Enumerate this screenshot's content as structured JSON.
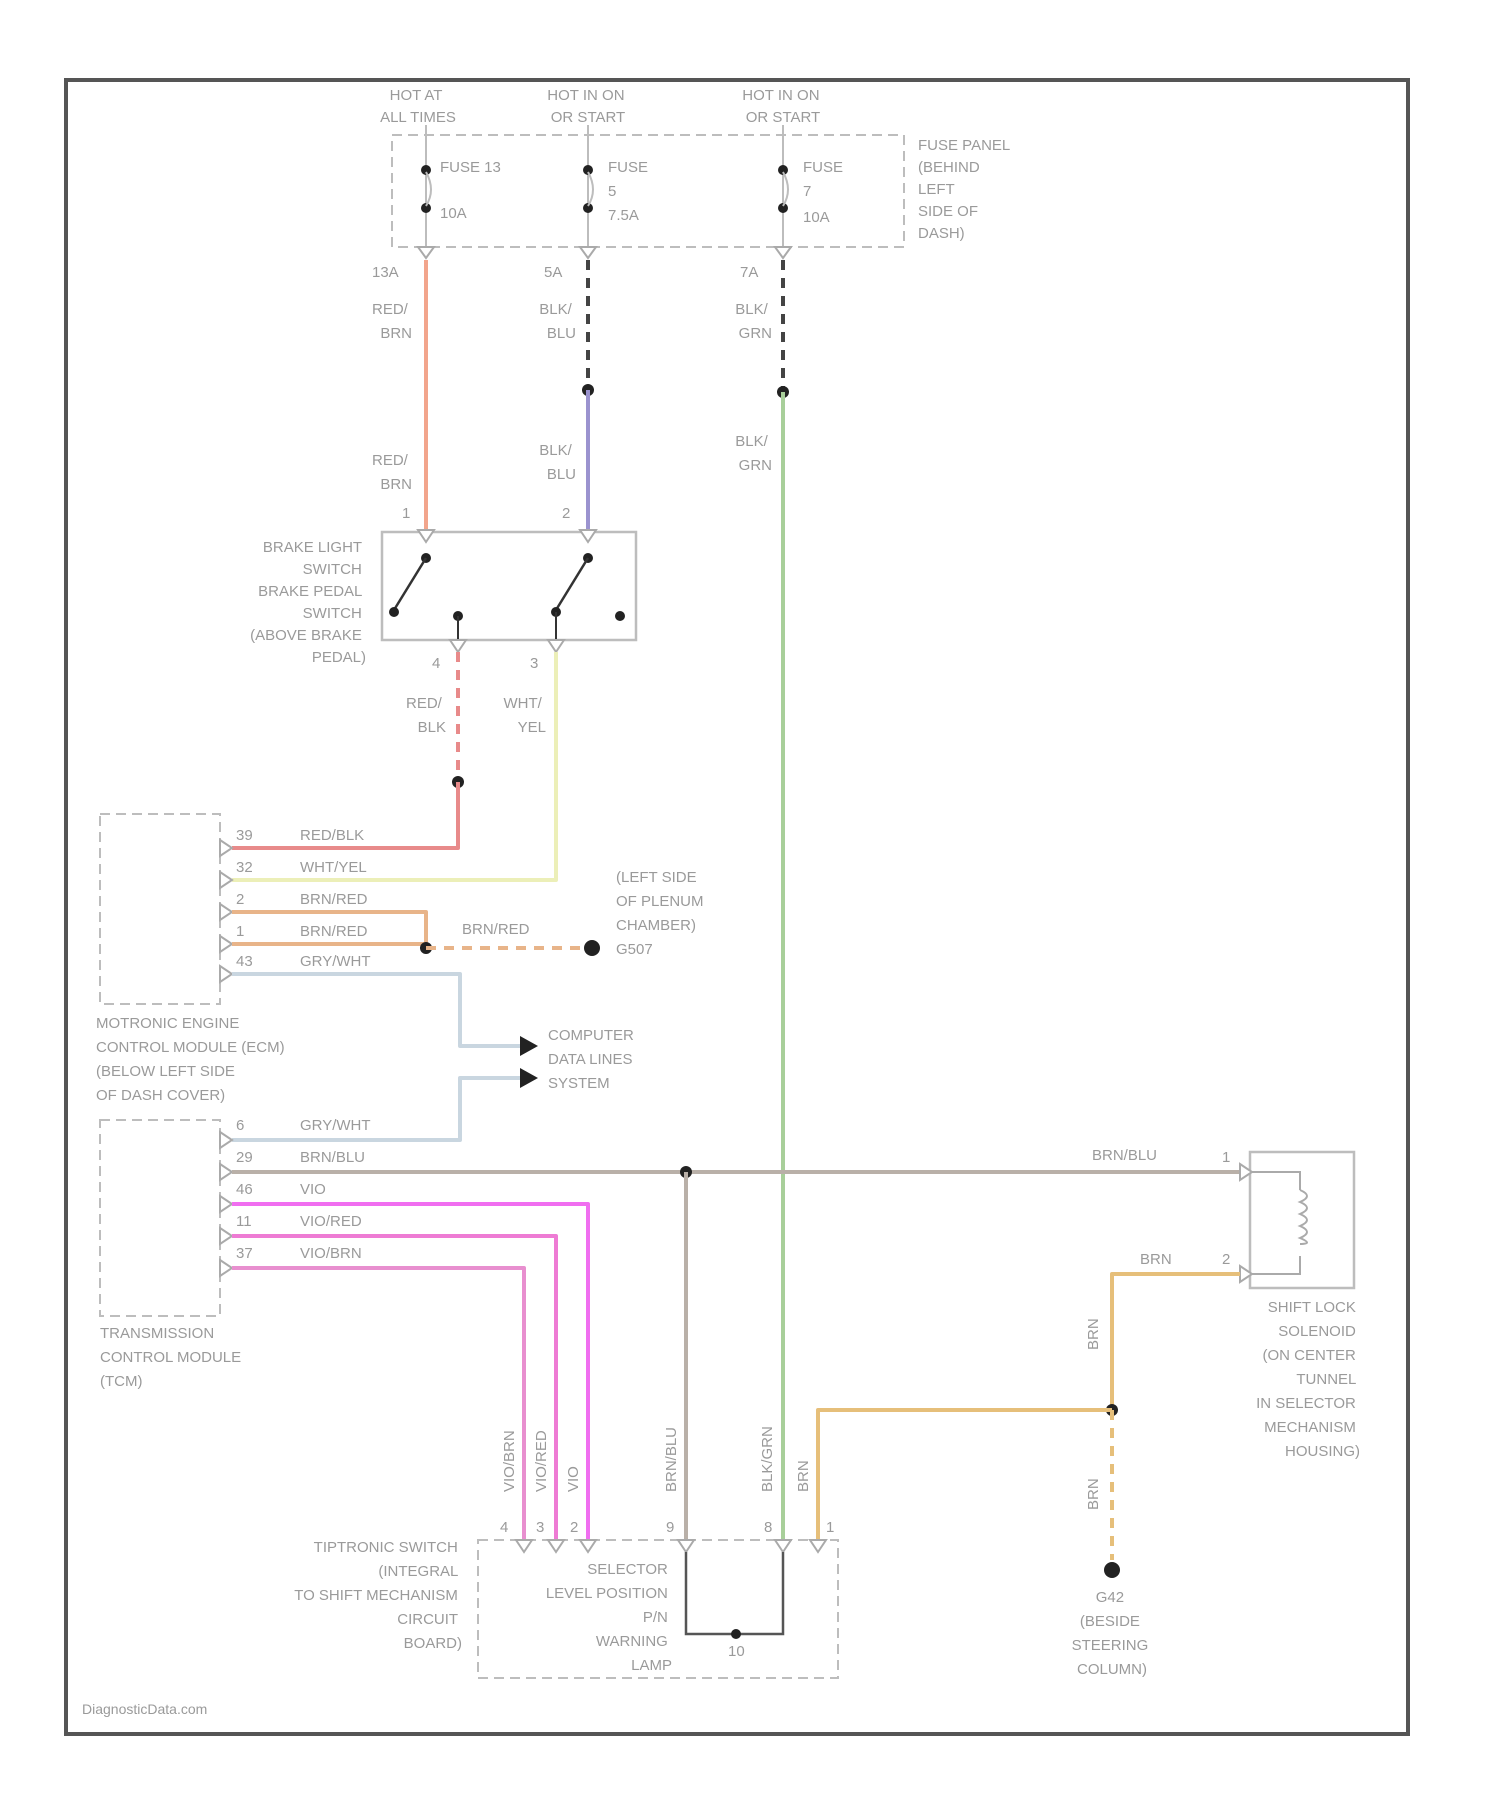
{
  "power": {
    "hot_at_all_times": [
      "HOT AT",
      "ALL TIMES"
    ],
    "hot_run_start_1": [
      "HOT IN ON",
      "OR START"
    ],
    "hot_run_start_2": [
      "HOT IN ON",
      "OR START"
    ]
  },
  "fuse_panel": {
    "label": [
      "FUSE PANEL",
      "(BEHIND",
      "LEFT",
      "SIDE OF",
      "DASH)"
    ],
    "fuses": [
      {
        "name": "FUSE 13",
        "rating": "10A",
        "terminal": "13A"
      },
      {
        "name": [
          "FUSE",
          "5"
        ],
        "rating": "7.5A",
        "terminal": "5A"
      },
      {
        "name": [
          "FUSE",
          "7"
        ],
        "rating": "10A",
        "terminal": "7A"
      }
    ]
  },
  "wires": {
    "red_brn_1": [
      "RED/",
      "BRN"
    ],
    "blk_blu_1": [
      "BLK/",
      "BLU"
    ],
    "blk_grn_1": [
      "BLK/",
      "GRN"
    ],
    "red_brn_2": [
      "RED/",
      "BRN"
    ],
    "blk_blu_2": [
      "BLK/",
      "BLU"
    ],
    "blk_grn_2": [
      "BLK/",
      "GRN"
    ],
    "red_blk": [
      "RED/",
      "BLK"
    ],
    "wht_yel": [
      "WHT/",
      "YEL"
    ],
    "brn_red_ground": "BRN/RED",
    "brn_blu_right": "BRN/BLU",
    "brn_solenoid": "BRN",
    "brn_v1": "BRN",
    "brn_v2": "BRN"
  },
  "brake_switch": {
    "label": [
      "BRAKE LIGHT",
      "SWITCH",
      "BRAKE PEDAL",
      "SWITCH",
      "(ABOVE BRAKE",
      "PEDAL)"
    ],
    "pin_top_left": "1",
    "pin_top_right": "2",
    "pin_bottom_left": "4",
    "pin_bottom_right": "3"
  },
  "ecm": {
    "label": [
      "MOTRONIC ENGINE",
      "CONTROL MODULE (ECM)",
      "(BELOW LEFT SIDE",
      "OF DASH COVER)"
    ],
    "pins": [
      {
        "pin": "39",
        "wire": "RED/BLK"
      },
      {
        "pin": "32",
        "wire": "WHT/YEL"
      },
      {
        "pin": "2",
        "wire": "BRN/RED"
      },
      {
        "pin": "1",
        "wire": "BRN/RED"
      },
      {
        "pin": "43",
        "wire": "GRY/WHT"
      }
    ]
  },
  "ground_plenum": [
    "(LEFT SIDE",
    "OF PLENUM",
    "CHAMBER)",
    "G507"
  ],
  "data_lines": [
    "COMPUTER",
    "DATA LINES",
    "SYSTEM"
  ],
  "tcm": {
    "label": [
      "TRANSMISSION",
      "CONTROL MODULE",
      "(TCM)"
    ],
    "pins": [
      {
        "pin": "6",
        "wire": "GRY/WHT"
      },
      {
        "pin": "29",
        "wire": "BRN/BLU"
      },
      {
        "pin": "46",
        "wire": "VIO"
      },
      {
        "pin": "11",
        "wire": "VIO/RED"
      },
      {
        "pin": "37",
        "wire": "VIO/BRN"
      }
    ]
  },
  "shift_lock": {
    "label": [
      "SHIFT LOCK",
      "SOLENOID",
      "(ON CENTER",
      "TUNNEL",
      "IN SELECTOR",
      "MECHANISM",
      "HOUSING)"
    ],
    "pin1": "1",
    "pin2": "2"
  },
  "tiptronic": {
    "label": [
      "TIPTRONIC SWITCH",
      "(INTEGRAL",
      "TO SHIFT MECHANISM",
      "CIRCUIT",
      "BOARD)"
    ],
    "lamp_label": [
      "SELECTOR",
      "LEVEL POSITION",
      "P/N",
      "WARNING",
      "LAMP"
    ],
    "vertical_wires": [
      "VIO/BRN",
      "VIO/RED",
      "VIO",
      "BRN/BLU",
      "BLK/GRN",
      "BRN"
    ],
    "pins": [
      "4",
      "3",
      "2",
      "9",
      "8",
      "1"
    ],
    "internal_pin": "10"
  },
  "ground_steering": [
    "G42",
    "(BESIDE",
    "STEERING",
    "COLUMN)"
  ],
  "watermark": "DiagnosticData.com",
  "colors": {
    "red_brn": "#f2a58c",
    "blk_blu": "#9b93cf",
    "blk_grn": "#a8cf9a",
    "red_blk": "#e88a8a",
    "wht_yel": "#ecefb8",
    "brn_red": "#e8b489",
    "gry_wht": "#c9d6e0",
    "brn_blu": "#b9b0a8",
    "vio": "#f06ef0",
    "vio_red": "#ee7bd4",
    "vio_brn": "#e88fcf",
    "brn": "#e6bf7a"
  }
}
